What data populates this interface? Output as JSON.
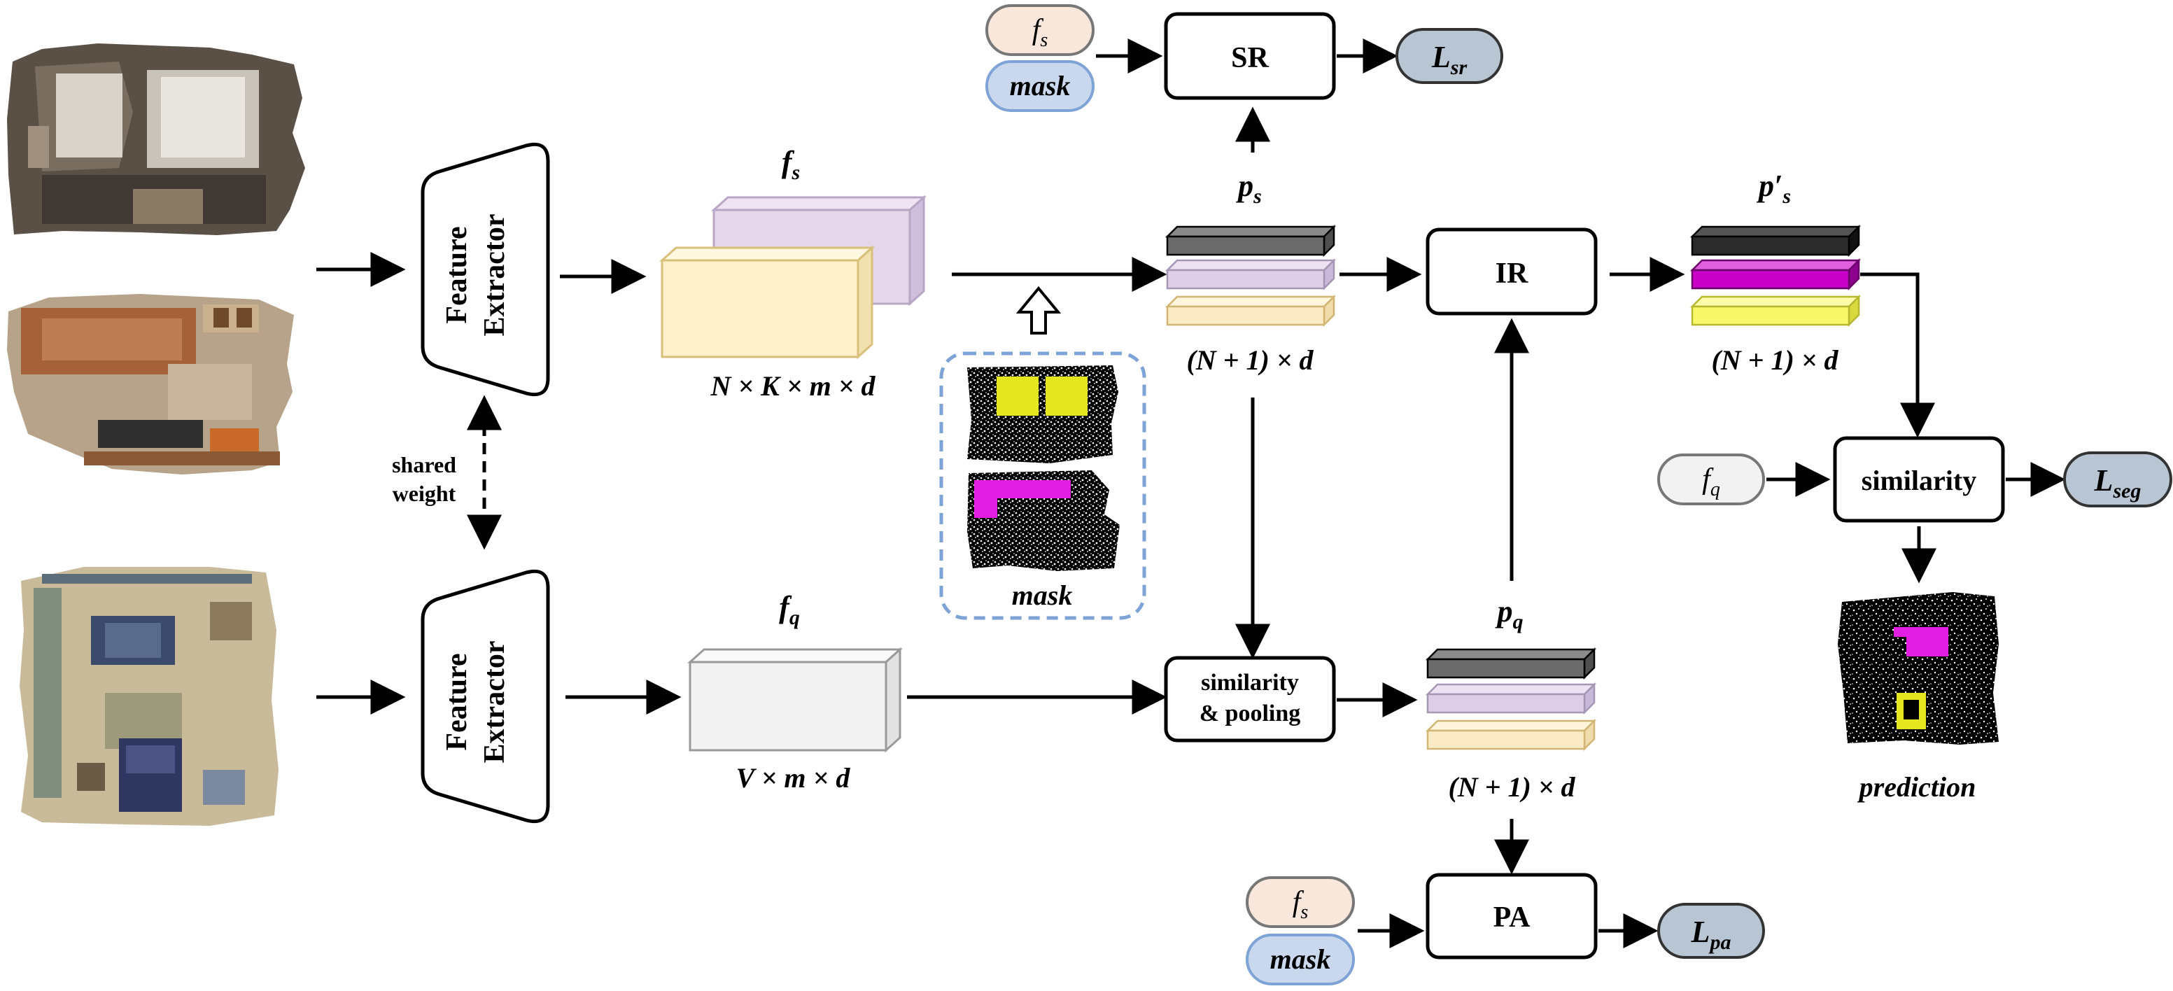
{
  "extractor": {
    "line1": "Feature",
    "line2": "Extractor"
  },
  "shared_weight": {
    "line1": "shared",
    "line2": "weight"
  },
  "fs_label": {
    "base": "f",
    "sub": "s"
  },
  "fq_label": {
    "base": "f",
    "sub": "q"
  },
  "fs_dims": "N × K × m × d",
  "fq_dims": "V × m × d",
  "ps_label": {
    "base": "p",
    "sub": "s"
  },
  "pq_label": {
    "base": "p",
    "sub": "q"
  },
  "pps_label": {
    "base": "p′",
    "sub": "s"
  },
  "proto_dims": "(N + 1) × d",
  "mask_label": "mask",
  "sr": "SR",
  "ir": "IR",
  "pa": "PA",
  "similarity": "similarity",
  "sim_pool": {
    "line1": "similarity",
    "line2": "& pooling"
  },
  "loss_sr": {
    "base": "L",
    "sub": "sr"
  },
  "loss_seg": {
    "base": "L",
    "sub": "seg"
  },
  "loss_pa": {
    "base": "L",
    "sub": "pa"
  },
  "prediction": "prediction",
  "colors": {
    "support_front": "#fdf1cc",
    "support_back": "#e6d6ea",
    "query_box": "#f2f2f2",
    "proto_dark": "#6b6b6b",
    "proto_purple": "#ddd0e6",
    "proto_yellow": "#fbebc4",
    "refined_dark": "#2b2b2b",
    "refined_magenta": "#c800c8",
    "refined_yellow": "#f7f76a",
    "loss_pill": "#b7c6d2",
    "mask_pill": "#cad8ee",
    "fs_pill": "#f9e7dc",
    "dash_box": "#7ea3d6",
    "mask_yellow": "#e6e61e",
    "mask_magenta": "#e21ee2"
  }
}
